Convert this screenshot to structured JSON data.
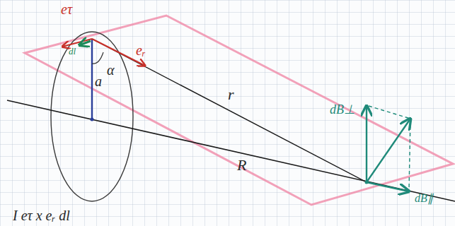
{
  "diagram": {
    "labels": [
      "eτ",
      "eᵣ",
      "dl",
      "α",
      "a",
      "r",
      "R",
      "dB⊥",
      "dB∥",
      "I eτ x eᵣ dl"
    ]
  }
}
